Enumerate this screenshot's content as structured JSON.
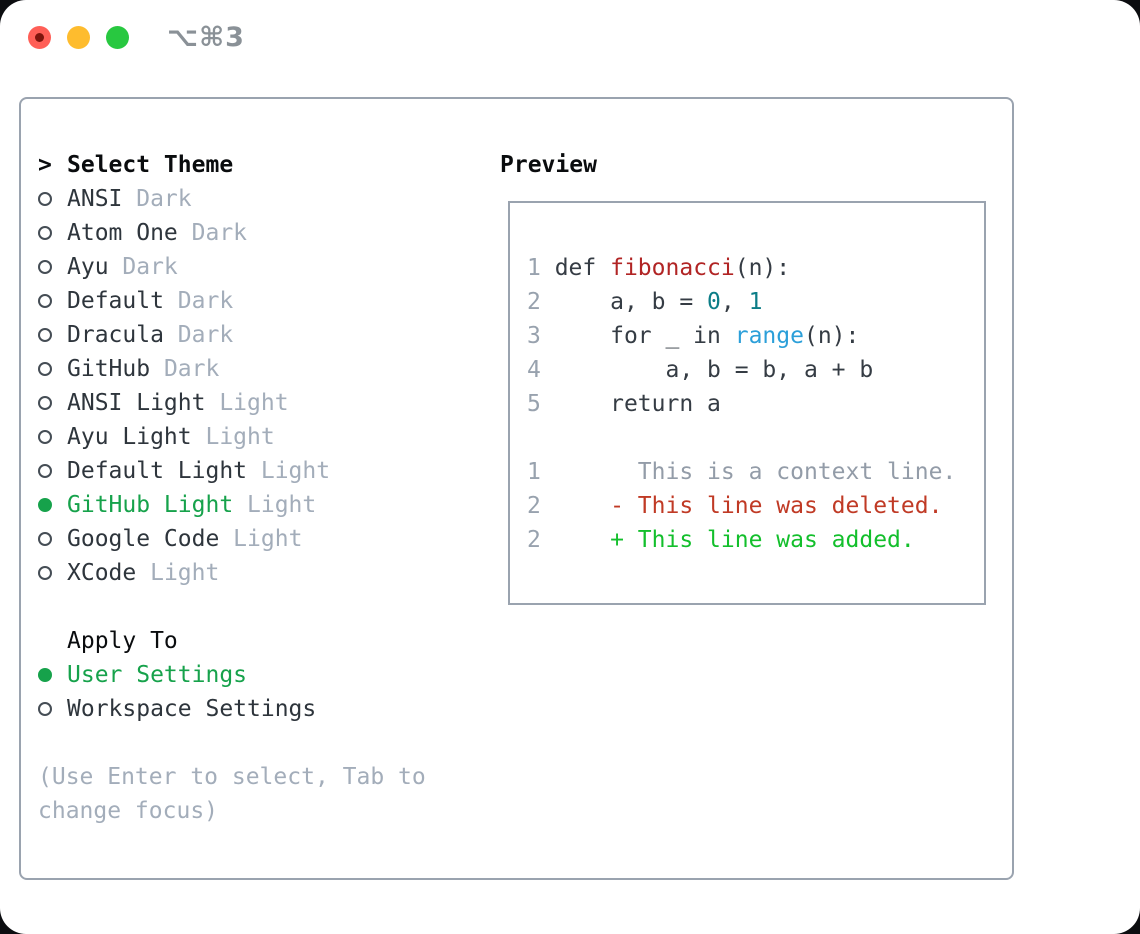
{
  "window": {
    "title": "⌥⌘3"
  },
  "colors": {
    "selection_green": "#16a24b",
    "diff_added_green": "#13bf2c",
    "diff_deleted_red": "#c03a25",
    "function_red": "#b12424",
    "number_teal": "#0c7d87",
    "builtin_blue": "#2b9fd9",
    "dim_gray": "#a3adba",
    "border_gray": "#9aa3af",
    "traffic_red": "#ff5f57",
    "traffic_yellow": "#febc2e",
    "traffic_green": "#28c840"
  },
  "theme_panel": {
    "header_prompt": ">",
    "header": "Select Theme",
    "items": [
      {
        "name": "ANSI",
        "tag": "Dark",
        "selected": false
      },
      {
        "name": "Atom One",
        "tag": "Dark",
        "selected": false
      },
      {
        "name": "Ayu",
        "tag": "Dark",
        "selected": false
      },
      {
        "name": "Default",
        "tag": "Dark",
        "selected": false
      },
      {
        "name": "Dracula",
        "tag": "Dark",
        "selected": false
      },
      {
        "name": "GitHub",
        "tag": "Dark",
        "selected": false
      },
      {
        "name": "ANSI Light",
        "tag": "Light",
        "selected": false
      },
      {
        "name": "Ayu Light",
        "tag": "Light",
        "selected": false
      },
      {
        "name": "Default Light",
        "tag": "Light",
        "selected": false
      },
      {
        "name": "GitHub Light",
        "tag": "Light",
        "selected": true
      },
      {
        "name": "Google Code",
        "tag": "Light",
        "selected": false
      },
      {
        "name": "XCode",
        "tag": "Light",
        "selected": false
      }
    ],
    "apply_to": {
      "header": "Apply To",
      "options": [
        {
          "name": "User Settings",
          "selected": true
        },
        {
          "name": "Workspace Settings",
          "selected": false
        }
      ]
    },
    "help_lines": [
      "(Use Enter to select, Tab to",
      "change focus)"
    ]
  },
  "preview": {
    "header": "Preview",
    "code_lines": [
      {
        "num": "1",
        "segments": [
          [
            " def ",
            "plain"
          ],
          [
            "fibonacci",
            "func"
          ],
          [
            "(n):",
            "plain"
          ]
        ]
      },
      {
        "num": "2",
        "segments": [
          [
            "     a, b = ",
            "plain"
          ],
          [
            "0",
            "number"
          ],
          [
            ", ",
            "plain"
          ],
          [
            "1",
            "number"
          ]
        ]
      },
      {
        "num": "3",
        "segments": [
          [
            "     for _ in ",
            "plain"
          ],
          [
            "range",
            "builtin"
          ],
          [
            "(n):",
            "plain"
          ]
        ]
      },
      {
        "num": "4",
        "segments": [
          [
            "         a, b = b, a + b",
            "plain"
          ]
        ]
      },
      {
        "num": "5",
        "segments": [
          [
            "     return a",
            "plain"
          ]
        ]
      },
      {
        "num": "",
        "segments": []
      },
      {
        "num": "1",
        "segments": [
          [
            "       This is a context line.",
            "context"
          ]
        ]
      },
      {
        "num": "2",
        "segments": [
          [
            "     ",
            "plain"
          ],
          [
            "- This line was deleted.",
            "deleted"
          ]
        ]
      },
      {
        "num": "2",
        "segments": [
          [
            "     ",
            "plain"
          ],
          [
            "+ This line was added.",
            "added"
          ]
        ]
      }
    ]
  }
}
